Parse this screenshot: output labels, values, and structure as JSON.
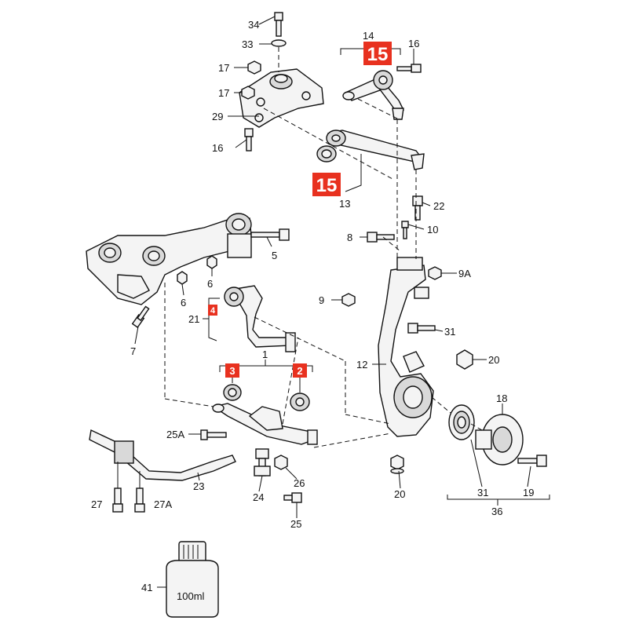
{
  "labels": {
    "l34": "34",
    "l33": "33",
    "l17a": "17",
    "l17b": "17",
    "l29": "29",
    "l16a": "16",
    "l14": "14",
    "l16b": "16",
    "l13": "13",
    "l22": "22",
    "l10": "10",
    "l8": "8",
    "l5": "5",
    "l6a": "6",
    "l6b": "6",
    "l9a": "9A",
    "l9": "9",
    "l21": "21",
    "l7": "7",
    "l31a": "31",
    "l12": "12",
    "l20a": "20",
    "l1": "1",
    "l18": "18",
    "l25a": "25A",
    "l23": "23",
    "l24": "24",
    "l26": "26",
    "l27": "27",
    "l27a": "27A",
    "l25": "25",
    "l20b": "20",
    "l31b": "31",
    "l19": "19",
    "l36": "36",
    "l41": "41"
  },
  "badges": {
    "b15a": "15",
    "b15b": "15",
    "b4": "4",
    "b3": "3",
    "b2": "2"
  },
  "bottle": {
    "volume": "100ml"
  },
  "colors": {
    "badge": "#e8311f",
    "line": "#111111"
  }
}
